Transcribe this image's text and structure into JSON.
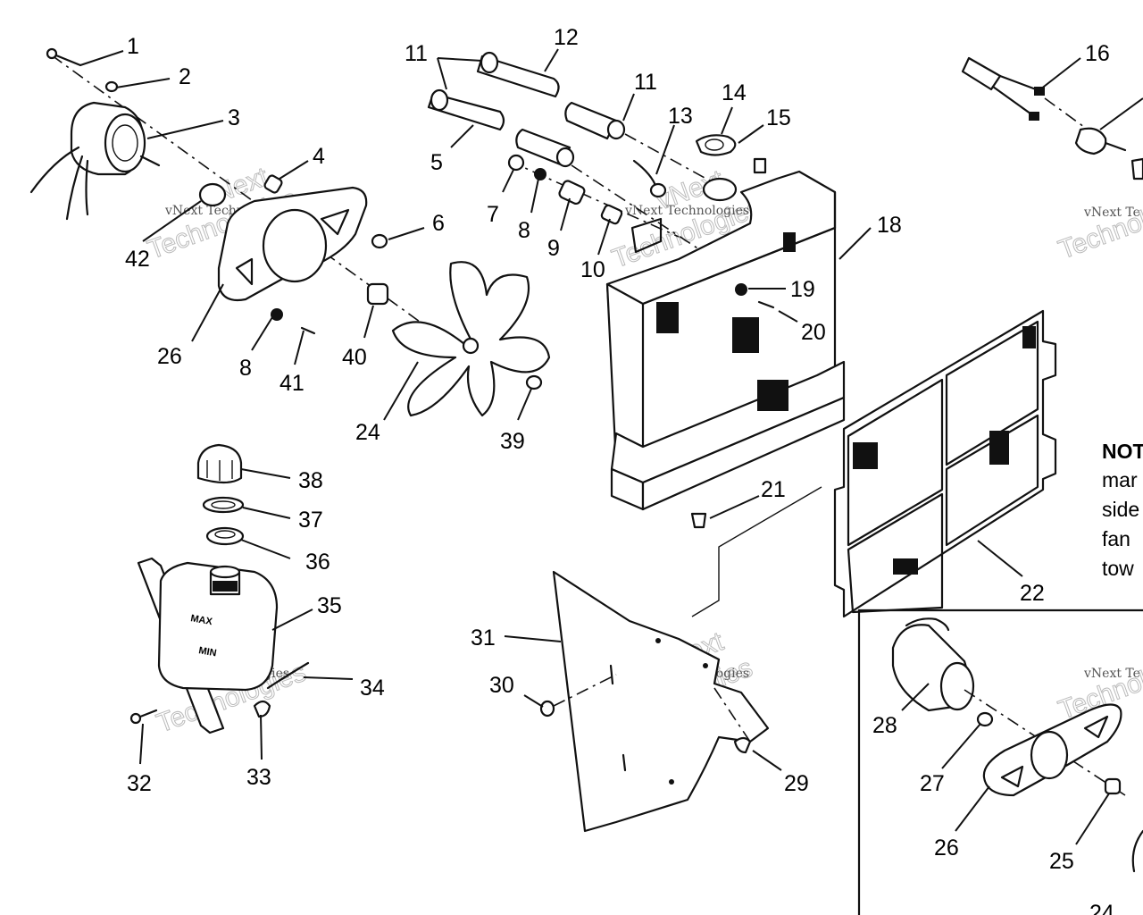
{
  "diagram": {
    "callouts": [
      "1",
      "2",
      "3",
      "4",
      "5",
      "6",
      "7",
      "8",
      "9",
      "10",
      "11",
      "11",
      "12",
      "13",
      "14",
      "15",
      "16",
      "18",
      "19",
      "20",
      "21",
      "22",
      "24",
      "25",
      "26",
      "26",
      "27",
      "28",
      "29",
      "30",
      "31",
      "32",
      "33",
      "34",
      "35",
      "36",
      "37",
      "38",
      "39",
      "40",
      "41",
      "42",
      "8",
      "24"
    ],
    "labels": {
      "c1": "1",
      "c2": "2",
      "c3": "3",
      "c4": "4",
      "c5": "5",
      "c6": "6",
      "c7": "7",
      "c8a": "8",
      "c8b": "8",
      "c9": "9",
      "c10": "10",
      "c11a": "11",
      "c11b": "11",
      "c12": "12",
      "c13": "13",
      "c14": "14",
      "c15": "15",
      "c16": "16",
      "c18": "18",
      "c19": "19",
      "c20": "20",
      "c21": "21",
      "c22": "22",
      "c24": "24",
      "c24b": "24",
      "c25": "25",
      "c26a": "26",
      "c26b": "26",
      "c27": "27",
      "c28": "28",
      "c29": "29",
      "c30": "30",
      "c31": "31",
      "c32": "32",
      "c33": "33",
      "c34": "34",
      "c35": "35",
      "c36": "36",
      "c37": "37",
      "c38": "38",
      "c39": "39",
      "c40": "40",
      "c41": "41",
      "c42": "42"
    },
    "tank_marks": {
      "max": "MAX",
      "min": "MIN"
    },
    "note": {
      "title": "NOT",
      "lines": [
        "mar",
        "side",
        "fan",
        "tow"
      ]
    },
    "watermark": {
      "line1": "vNext Technologies",
      "line2": "Technologies",
      "line3": "vNext",
      "short": "vNext Te"
    }
  }
}
